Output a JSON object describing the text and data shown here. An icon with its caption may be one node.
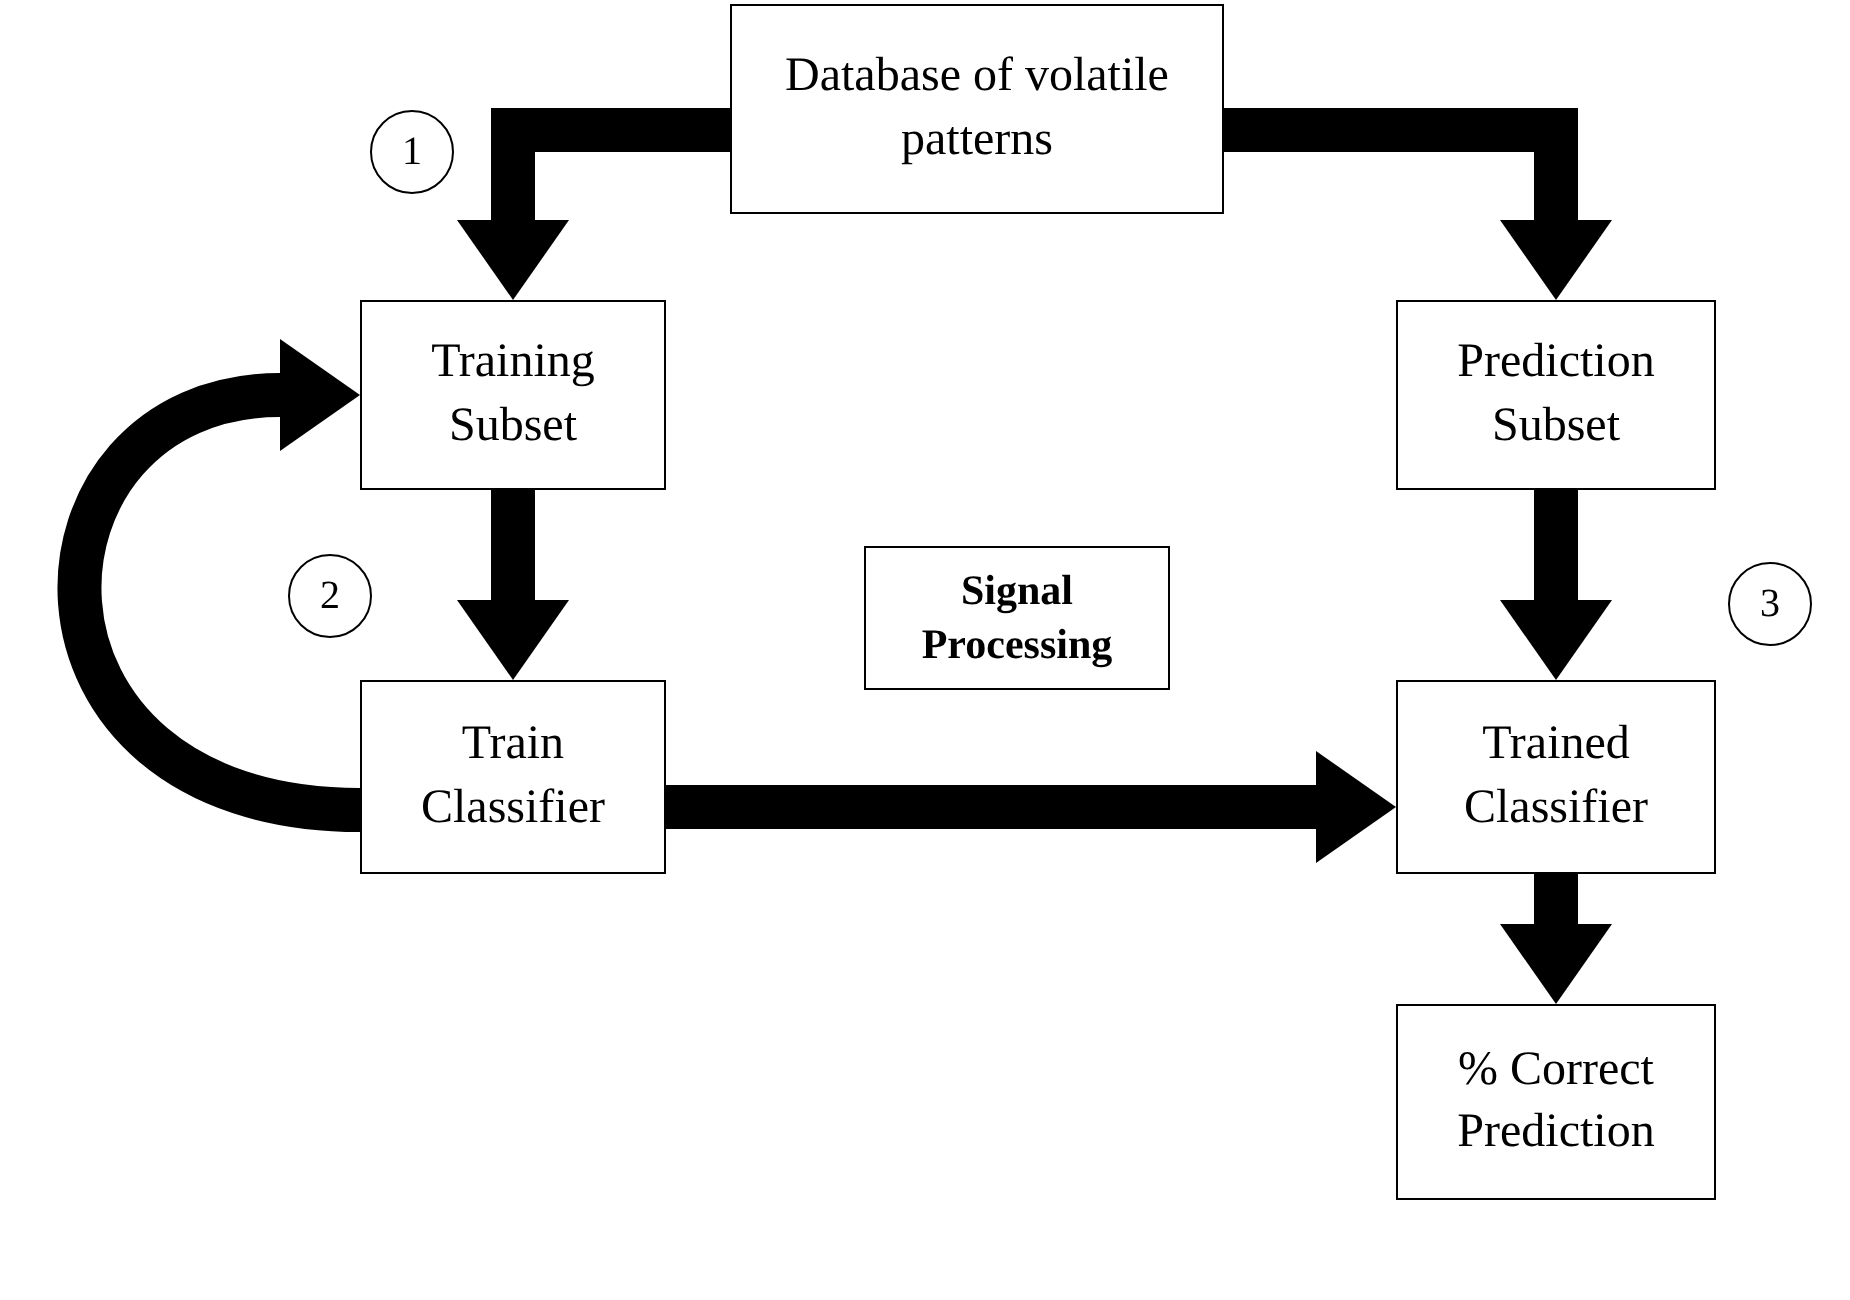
{
  "diagram": {
    "nodes": [
      {
        "text": [
          "Database of volatile patterns"
        ]
      },
      {
        "text": [
          "Training Subset"
        ]
      },
      {
        "text": [
          "Prediction Subset"
        ]
      },
      {
        "text": [
          "Signal Processing"
        ]
      },
      {
        "text": [
          "Train Classifier"
        ]
      },
      {
        "text": [
          "Trained Classifier"
        ]
      },
      {
        "text": [
          "% Correct Prediction"
        ]
      },
      {
        "text": [
          "1"
        ]
      },
      {
        "text": [
          "2"
        ]
      },
      {
        "text": [
          "3"
        ]
      }
    ],
    "edges": [
      {
        "from": 0,
        "to": 1,
        "arrow": "to"
      },
      {
        "from": 0,
        "to": 2,
        "arrow": "to"
      },
      {
        "from": 1,
        "to": 4,
        "arrow": "to"
      },
      {
        "from": 4,
        "to": 1,
        "arrow": "to"
      },
      {
        "from": 4,
        "to": 5,
        "arrow": "to"
      },
      {
        "from": 2,
        "to": 5,
        "arrow": "to"
      },
      {
        "from": 5,
        "to": 6,
        "arrow": "to"
      }
    ]
  }
}
